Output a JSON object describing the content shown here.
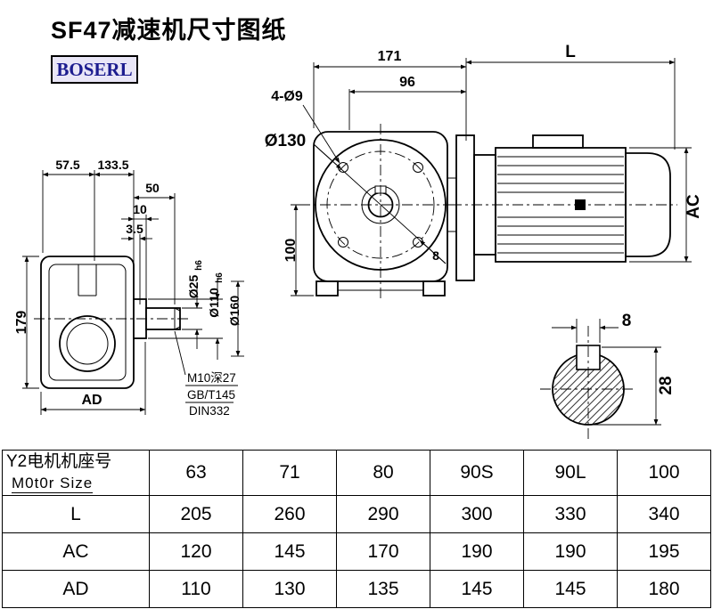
{
  "title": "SF47减速机尺寸图纸",
  "brand": "BOSERL",
  "drawing": {
    "side_view": {
      "dim_57_5": "57.5",
      "dim_133_5": "133.5",
      "dim_50": "50",
      "dim_10": "10",
      "dim_3_5": "3.5",
      "height_179": "179",
      "dim_ad": "AD",
      "shaft_diameter": "Ø25",
      "shaft_tolerance": "h6",
      "spigot_diameter": "Ø110",
      "spigot_tolerance": "h6",
      "flange_od": "Ø160",
      "tap_note": "M10深27",
      "std_note1": "GB/T145",
      "std_note2": "DIN332"
    },
    "front_view": {
      "overall_171": "171",
      "offset_96": "96",
      "bolt_holes": "4-Ø9",
      "bolt_circle": "Ø130",
      "center_height_100": "100",
      "key_width": "8"
    },
    "motor_view": {
      "length_label": "L",
      "diameter_label": "AC"
    },
    "shaft_section": {
      "key_width": "8",
      "overall_28": "28"
    }
  },
  "table": {
    "header_line1": "Y2电机机座号",
    "header_line2": "M0t0r Size",
    "columns": [
      "63",
      "71",
      "80",
      "90S",
      "90L",
      "100"
    ],
    "rows": [
      {
        "label": "L",
        "values": [
          "205",
          "260",
          "290",
          "300",
          "330",
          "340"
        ]
      },
      {
        "label": "AC",
        "values": [
          "120",
          "145",
          "170",
          "190",
          "190",
          "195"
        ]
      },
      {
        "label": "AD",
        "values": [
          "110",
          "130",
          "135",
          "145",
          "145",
          "180"
        ]
      }
    ]
  }
}
